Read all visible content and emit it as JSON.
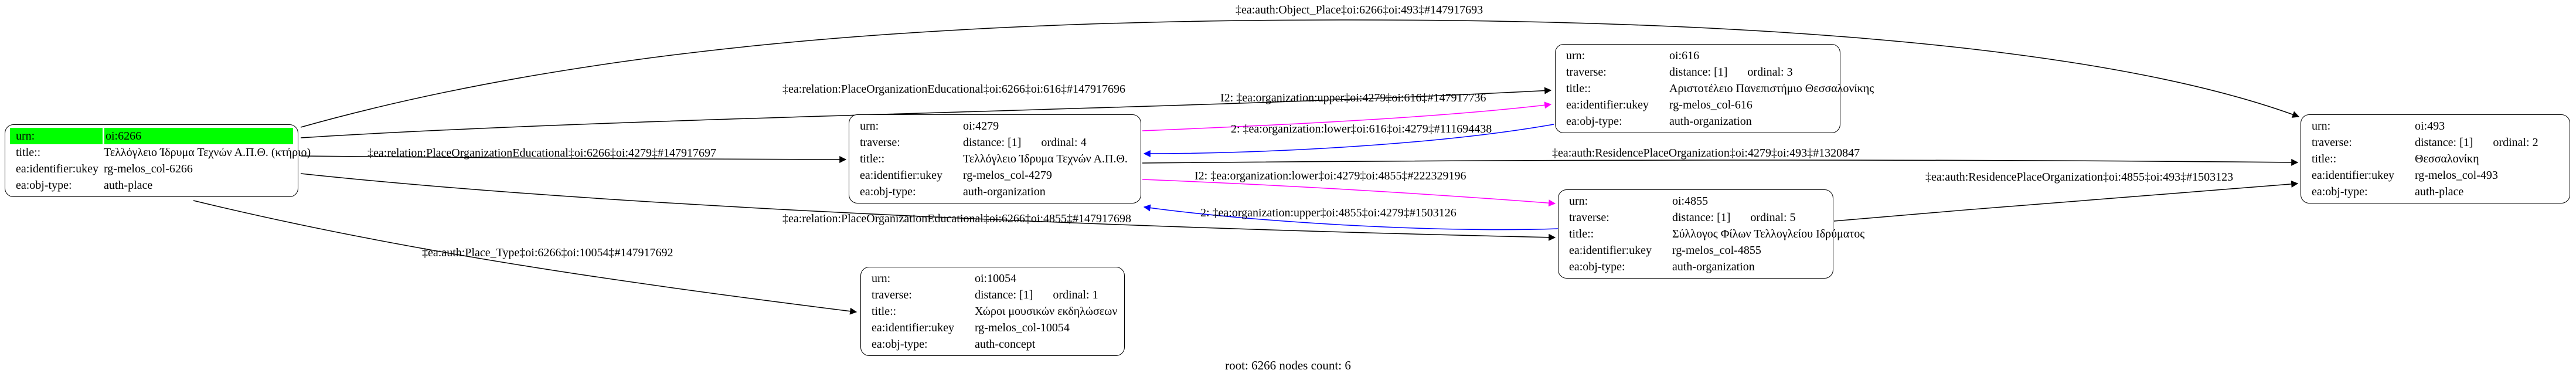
{
  "colors": {
    "bg": "#ffffff",
    "black": "#000000",
    "magenta": "#ff00ff",
    "blue": "#0000ff",
    "highlight": "#00ff00"
  },
  "field_labels": {
    "urn": "urn:",
    "traverse": "traverse:",
    "title": "title::",
    "ukey": "ea:identifier:ukey",
    "objtype": "ea:obj-type:"
  },
  "root_label": "root: 6266 nodes count: 6",
  "nodes": [
    {
      "urn": "oi:6266",
      "title": "Τελλόγλειο Ίδρυμα Τεχνών Α.Π.Θ. (κτήριο)",
      "ukey": "rg-melos_col-6266",
      "objtype": "auth-place"
    },
    {
      "urn": "oi:4279",
      "distance": "distance: [1]",
      "ordinal": "ordinal: 4",
      "title": "Τελλόγλειο Ίδρυμα Τεχνών Α.Π.Θ.",
      "ukey": "rg-melos_col-4279",
      "objtype": "auth-organization"
    },
    {
      "urn": "oi:616",
      "distance": "distance: [1]",
      "ordinal": "ordinal: 3",
      "title": "Αριστοτέλειο Πανεπιστήμιο Θεσσαλονίκης",
      "ukey": "rg-melos_col-616",
      "objtype": "auth-organization"
    },
    {
      "urn": "oi:4855",
      "distance": "distance: [1]",
      "ordinal": "ordinal: 5",
      "title": "Σύλλογος Φίλων Τελλογλείου Ιδρύματος",
      "ukey": "rg-melos_col-4855",
      "objtype": "auth-organization"
    },
    {
      "urn": "oi:10054",
      "distance": "distance: [1]",
      "ordinal": "ordinal: 1",
      "title": "Χώροι μουσικών εκδηλώσεων",
      "ukey": "rg-melos_col-10054",
      "objtype": "auth-concept"
    },
    {
      "urn": "oi:493",
      "distance": "distance: [1]",
      "ordinal": "ordinal: 2",
      "title": "Θεσσαλονίκη",
      "ukey": "rg-melos_col-493",
      "objtype": "auth-place"
    }
  ],
  "edge_labels": [
    {
      "text": "‡ea:auth:Object_Place‡oi:6266‡oi:493‡#147917693"
    },
    {
      "text": "‡ea:relation:PlaceOrganizationEducational‡oi:6266‡oi:616‡#147917696"
    },
    {
      "text": "‡ea:relation:PlaceOrganizationEducational‡oi:6266‡oi:4279‡#147917697"
    },
    {
      "text": "I2: ‡ea:organization:upper‡oi:4279‡oi:616‡#147917736"
    },
    {
      "text": "2: ‡ea:organization:lower‡oi:616‡oi:4279‡#111694438"
    },
    {
      "text": "‡ea:auth:ResidencePlaceOrganization‡oi:4279‡oi:493‡#1320847"
    },
    {
      "text": "I2: ‡ea:organization:lower‡oi:4279‡oi:4855‡#222329196"
    },
    {
      "text": "2: ‡ea:organization:upper‡oi:4855‡oi:4279‡#1503126"
    },
    {
      "text": "‡ea:relation:PlaceOrganizationEducational‡oi:6266‡oi:4855‡#147917698"
    },
    {
      "text": "‡ea:auth:ResidencePlaceOrganization‡oi:4855‡oi:493‡#1503123"
    },
    {
      "text": "‡ea:auth:Place_Type‡oi:6266‡oi:10054‡#147917692"
    }
  ]
}
